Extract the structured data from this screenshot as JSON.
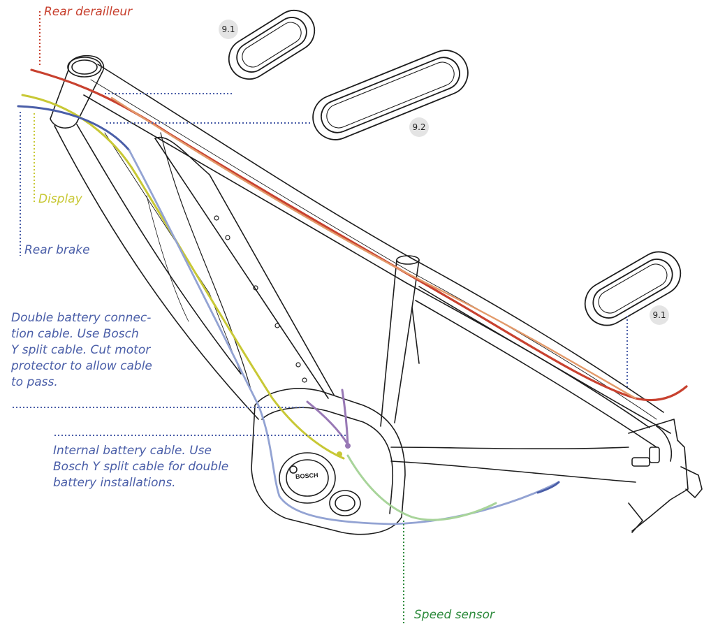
{
  "colors": {
    "rear_derailleur": "#c8412f",
    "display": "#c8c835",
    "rear_brake": "#4a5ea8",
    "rear_brake_light": "#93a3d3",
    "battery_cable": "#9878b5",
    "speed_sensor": "#2e8b3d",
    "speed_sensor_light": "#a8d49a",
    "derailleur_housing": "#e39a6a",
    "frame_outline": "#1e1e1e",
    "badge_bg": "#e4e4e4"
  },
  "labels": {
    "rear_derailleur": "Rear derailleur",
    "display": "Display",
    "rear_brake": "Rear brake",
    "double_battery": "Double battery connec-\ntion cable. Use Bosch\nY split cable. Cut motor\nprotector to allow cable\nto pass.",
    "internal_battery": "Internal battery cable. Use\nBosch Y split cable for double\nbattery installations.",
    "speed_sensor": "Speed sensor"
  },
  "parts": {
    "grommet_top": "9.1",
    "grommet_large": "9.2",
    "grommet_rear": "9.1"
  },
  "motor_logo": "BOSCH"
}
